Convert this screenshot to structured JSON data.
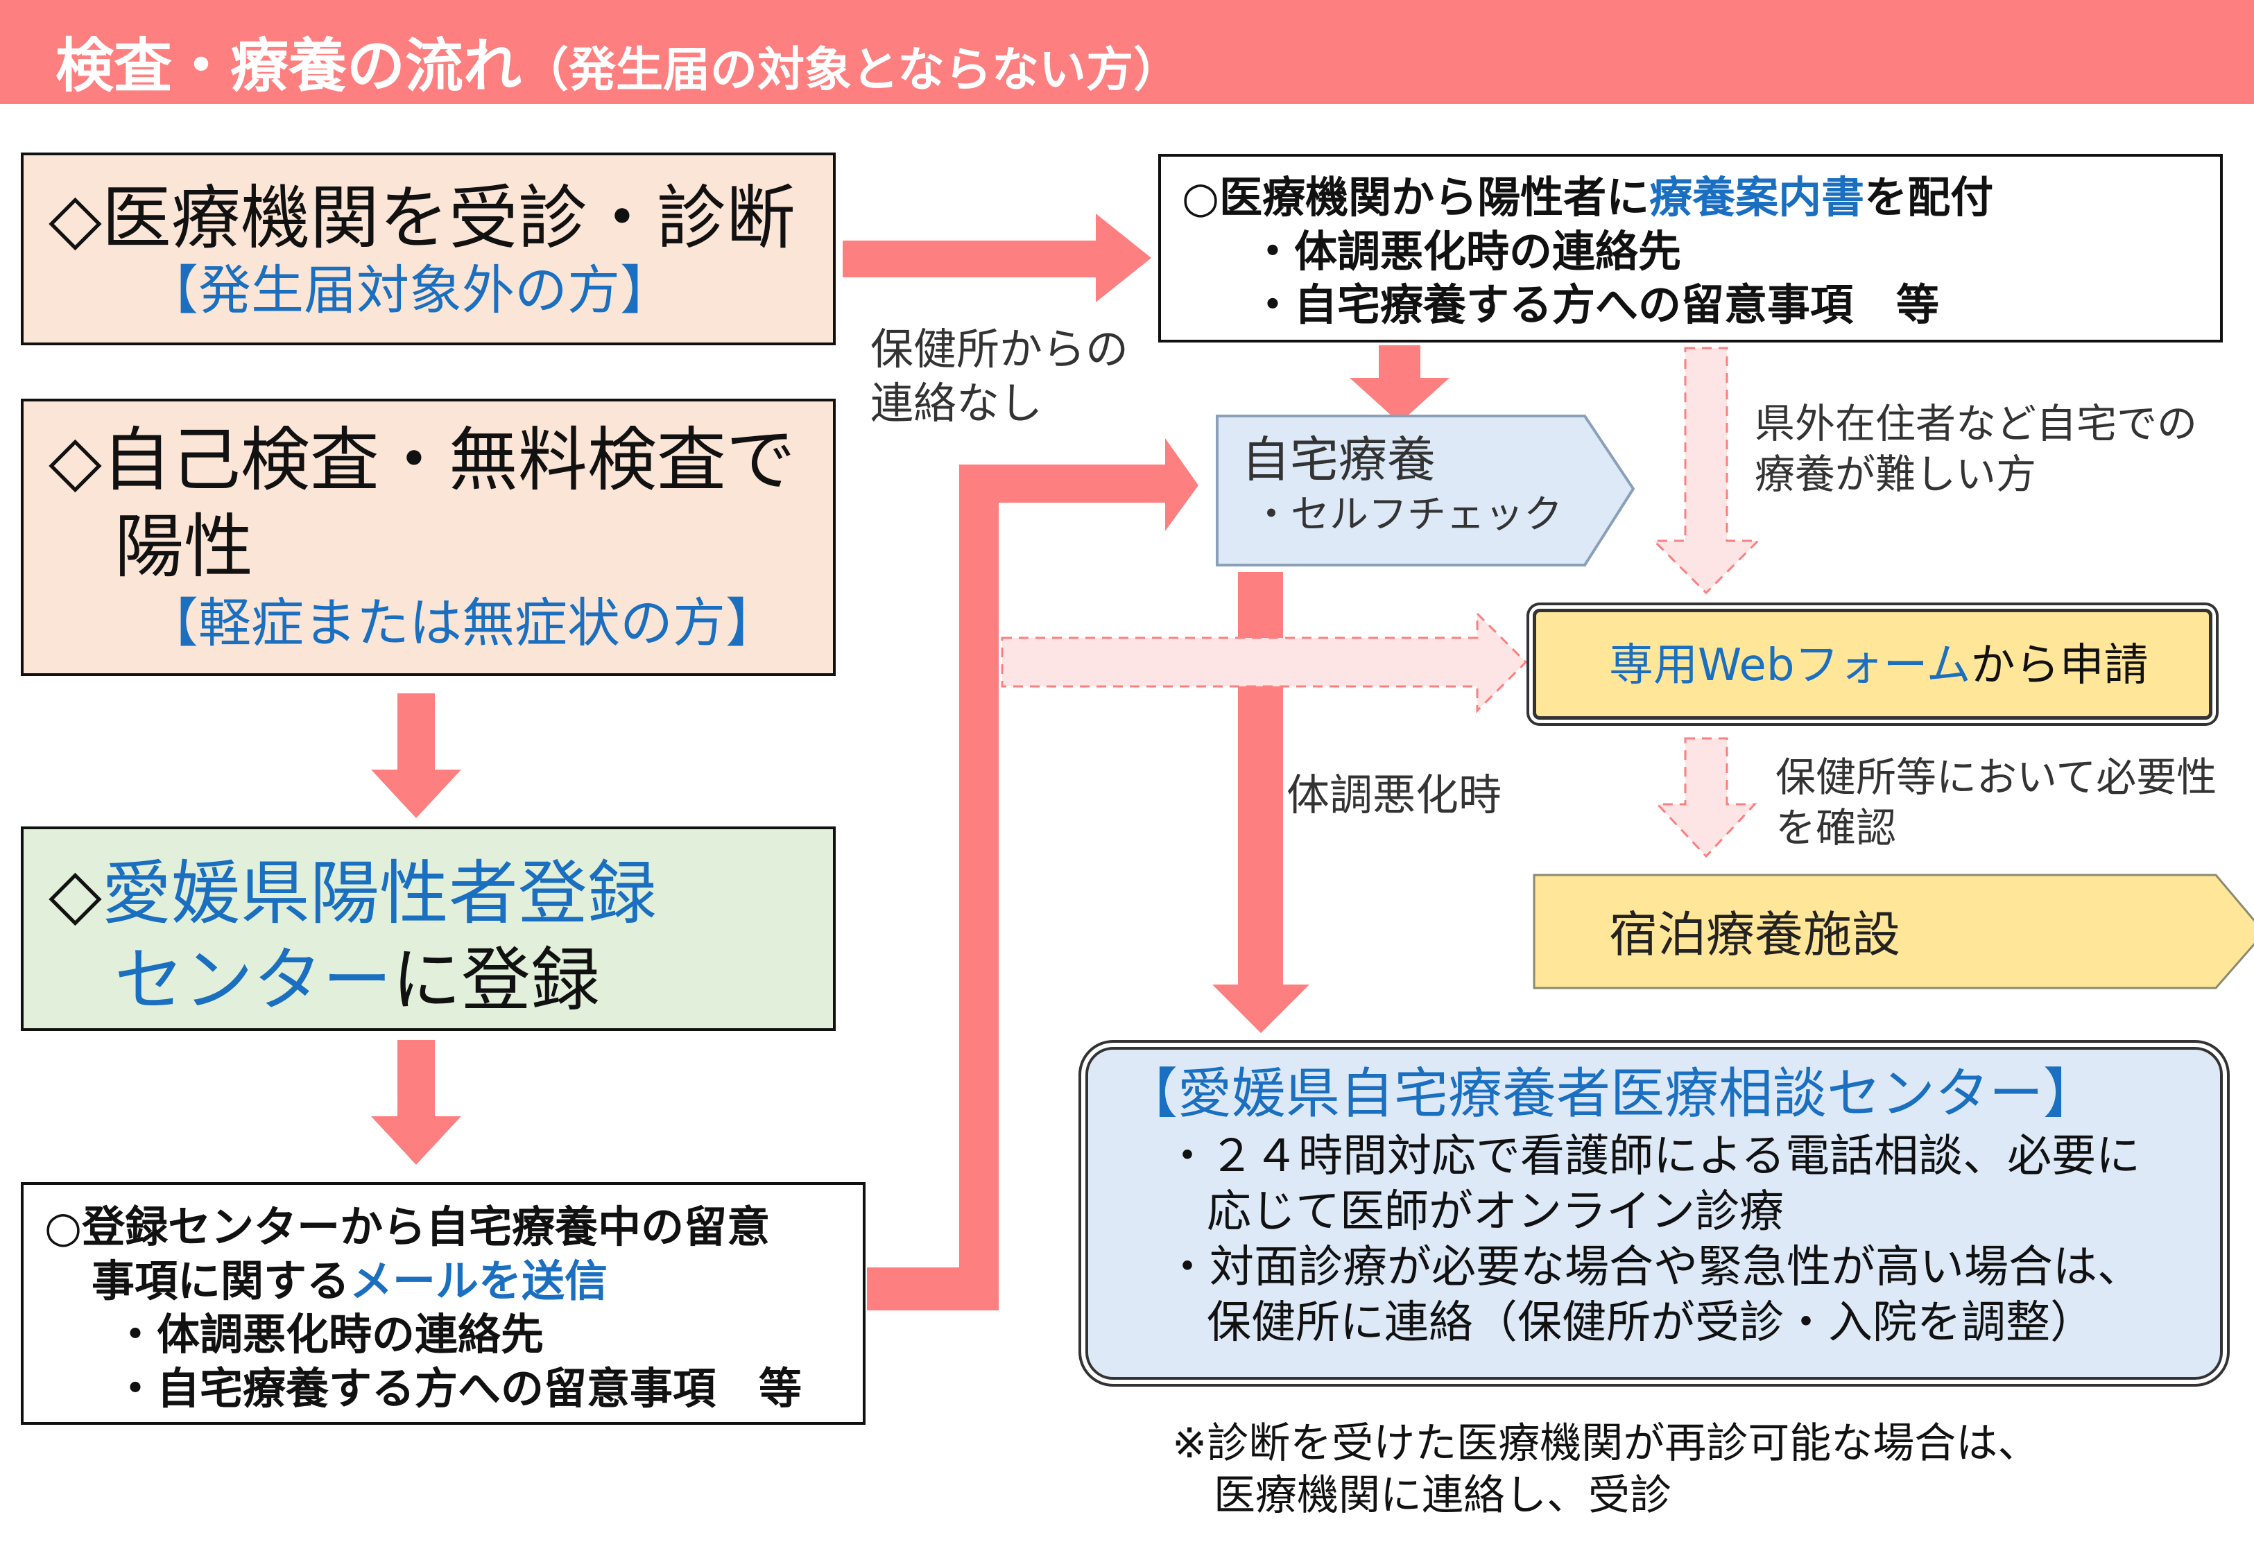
{
  "header": {
    "title": "検査・療養の流れ",
    "subtitle": "（発生届の対象とならない方）"
  },
  "colors": {
    "header": "#fe7f7f",
    "arrow": "#fe7f7f",
    "peach": "#fbe5d6",
    "green": "#e2efda",
    "lightblue": "#dde9f7",
    "yellow": "#ffe699",
    "blue_text": "#1a6fc0"
  },
  "box1": {
    "line1": "◇医療機関を受診・診断",
    "line2": "【発生届対象外の方】"
  },
  "box2": {
    "line1": "◇自己検査・無料検査で",
    "line2": "陽性",
    "line3": "【軽症または無症状の方】"
  },
  "box3": {
    "prefix": "◇",
    "line1_blue": "愛媛県陽性者登録",
    "line2_blue": "センター",
    "line2_rest": "に登録"
  },
  "box4": {
    "line1": "○登録センターから自宅療養中の留意",
    "line2_pre": "事項に関する",
    "line2_blue": "メールを送信",
    "line3": "・体調悪化時の連絡先",
    "line4": "・自宅療養する方への留意事項　等"
  },
  "box5": {
    "line1_pre": "○医療機関から陽性者に",
    "line1_blue": "療養案内書",
    "line1_post": "を配付",
    "line2": "・体調悪化時の連絡先",
    "line3": "・自宅療養する方への留意事項　等"
  },
  "labels": {
    "no_contact_1": "保健所からの",
    "no_contact_2": "連絡なし",
    "outside_1": "県外在住者など自宅での",
    "outside_2": "療養が難しい方",
    "worsen": "体調悪化時",
    "confirm_1": "保健所等において必要性",
    "confirm_2": "を確認"
  },
  "home": {
    "title": "自宅療養",
    "sub": "・セルフチェック"
  },
  "web": {
    "blue": "専用Webフォーム",
    "rest": "から申請"
  },
  "hotel": {
    "label": "宿泊療養施設"
  },
  "center": {
    "title": "【愛媛県自宅療養者医療相談センター】",
    "line1": "・２４時間対応で看護師による電話相談、必要に",
    "line2": "応じて医師がオンライン診療",
    "line3": "・対面診療が必要な場合や緊急性が高い場合は、",
    "line4": "保健所に連絡（保健所が受診・入院を調整）"
  },
  "footnote": {
    "line1": "※診断を受けた医療機関が再診可能な場合は、",
    "line2": "医療機関に連絡し、受診"
  }
}
